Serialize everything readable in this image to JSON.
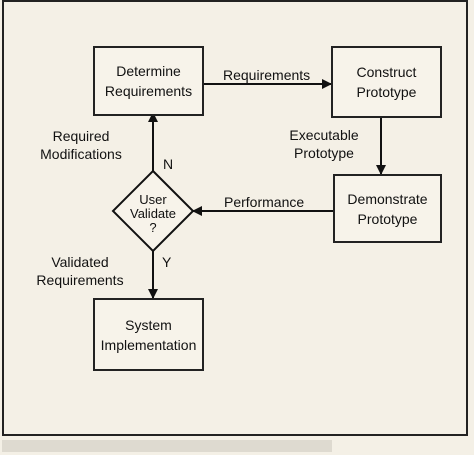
{
  "nodes": {
    "determine": [
      "Determine",
      "Requirements"
    ],
    "construct": [
      "Construct",
      "Prototype"
    ],
    "demonstrate": [
      "Demonstrate",
      "Prototype"
    ],
    "validate": [
      "User",
      "Validate",
      "?"
    ],
    "implementation": [
      "System",
      "Implementation"
    ]
  },
  "edges": {
    "requirements": "Requirements",
    "executable": [
      "Executable",
      "Prototype"
    ],
    "performance": "Performance",
    "modifications": [
      "Required",
      "Modifications"
    ],
    "no": "N",
    "yes": "Y",
    "validated": [
      "Validated",
      "Requirements"
    ]
  }
}
